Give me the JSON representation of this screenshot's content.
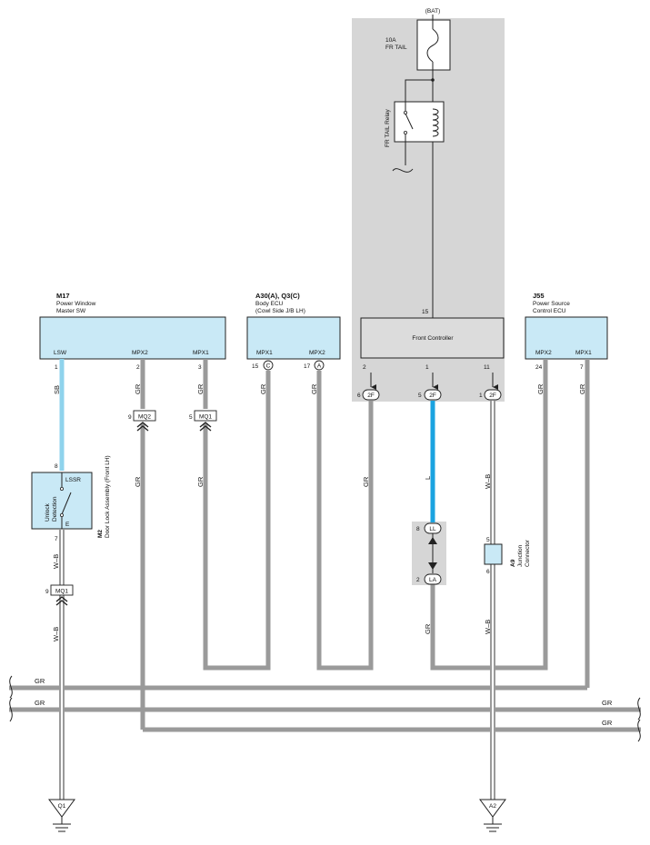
{
  "colors": {
    "gray_wire": "#9a9a9a",
    "light_blue_wire": "#8fd3ec",
    "blue_wire": "#1aa3e0",
    "box_fill": "#c9e9f6",
    "shade": "#d6d6d6",
    "controller_fill": "#dcdcdc"
  },
  "battery": {
    "label": "(BAT)",
    "fuse_amp": "10A",
    "fuse_name": "FR TAIL",
    "relay_label": "FR TAIL Relay"
  },
  "m17": {
    "code": "M17",
    "name_line1": "Power Window",
    "name_line2": "Master SW",
    "pins": [
      "LSW",
      "MPX2",
      "MPX1"
    ],
    "pin_numbers": [
      "1",
      "2",
      "3"
    ],
    "wire_colors": [
      "SB",
      "GR",
      "GR"
    ]
  },
  "body_ecu": {
    "code": "A30(A), Q3(C)",
    "name_line1": "Body ECU",
    "name_line2": "(Cowl Side J/B LH)",
    "pins": [
      "MPX1",
      "MPX2"
    ],
    "pin_numbers": [
      "15",
      "17"
    ],
    "connector_ids": [
      "C",
      "A"
    ],
    "wire_colors": [
      "GR",
      "GR"
    ]
  },
  "front_controller": {
    "label": "Front Controller",
    "top_pin": "15",
    "pin_numbers": [
      "2",
      "1",
      "11"
    ],
    "connectors": [
      {
        "num": "6",
        "id": "2F"
      },
      {
        "num": "5",
        "id": "2F"
      },
      {
        "num": "1",
        "id": "2F"
      }
    ],
    "wire_colors": [
      "GR",
      "L",
      "W–B"
    ]
  },
  "j55": {
    "code": "J55",
    "name_line1": "Power Source",
    "name_line2": "Control ECU",
    "pins": [
      "MPX2",
      "MPX1"
    ],
    "pin_numbers": [
      "24",
      "7"
    ],
    "wire_colors": [
      "GR",
      "GR"
    ]
  },
  "mq2": {
    "num": "9",
    "id": "MQ2",
    "wire": "GR"
  },
  "mq1_upper": {
    "num": "5",
    "id": "MQ1",
    "wire": "GR"
  },
  "m2": {
    "code": "M2",
    "name": "Door Lock Assembly (Front LH)",
    "inner_line1": "Unlock",
    "inner_line2": "Detection",
    "pin_top": "8",
    "pin_top_label": "LSSR",
    "pin_bottom": "7",
    "pin_bottom_label": "E",
    "wire_below": "W–B"
  },
  "mq1_lower": {
    "num": "9",
    "id": "MQ1",
    "wire": "W–B"
  },
  "ll_la": {
    "top_num": "8",
    "top_id": "LL",
    "bottom_num": "2",
    "bottom_id": "LA",
    "wire_below": "GR"
  },
  "a9": {
    "code": "A9",
    "name_line1": "Junction",
    "name_line2": "Connector",
    "pin_top": "5",
    "pin_bottom": "6",
    "wire_below": "W–B"
  },
  "bus": {
    "line1_left": "GR",
    "line2_left": "GR",
    "line2_right": "GR",
    "line3_right": "GR"
  },
  "grounds": [
    "Q1",
    "A2"
  ]
}
